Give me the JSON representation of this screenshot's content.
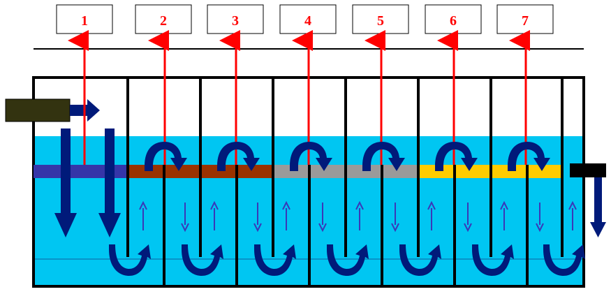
{
  "labels": [
    "1",
    "2",
    "3",
    "4",
    "5",
    "6",
    "7"
  ],
  "colors": {
    "water": "#00c6f2",
    "wall": "#000000",
    "label_box_border": "#000000",
    "label_text": "#ff0000",
    "riser": "#ff0000",
    "flow_arrow": "#001a7a",
    "small_arrow": "#3a38b8",
    "feed_pipe": "#333310",
    "outlet_pipe": "#000000",
    "layer_blue": "#3535a8",
    "layer_brown": "#9a3200",
    "layer_gray": "#9a9a9a",
    "layer_yellow": "#ffcc00"
  },
  "layer_colors": [
    "layer_blue",
    "layer_brown",
    "layer_brown",
    "layer_gray",
    "layer_gray",
    "layer_yellow",
    "layer_yellow"
  ]
}
